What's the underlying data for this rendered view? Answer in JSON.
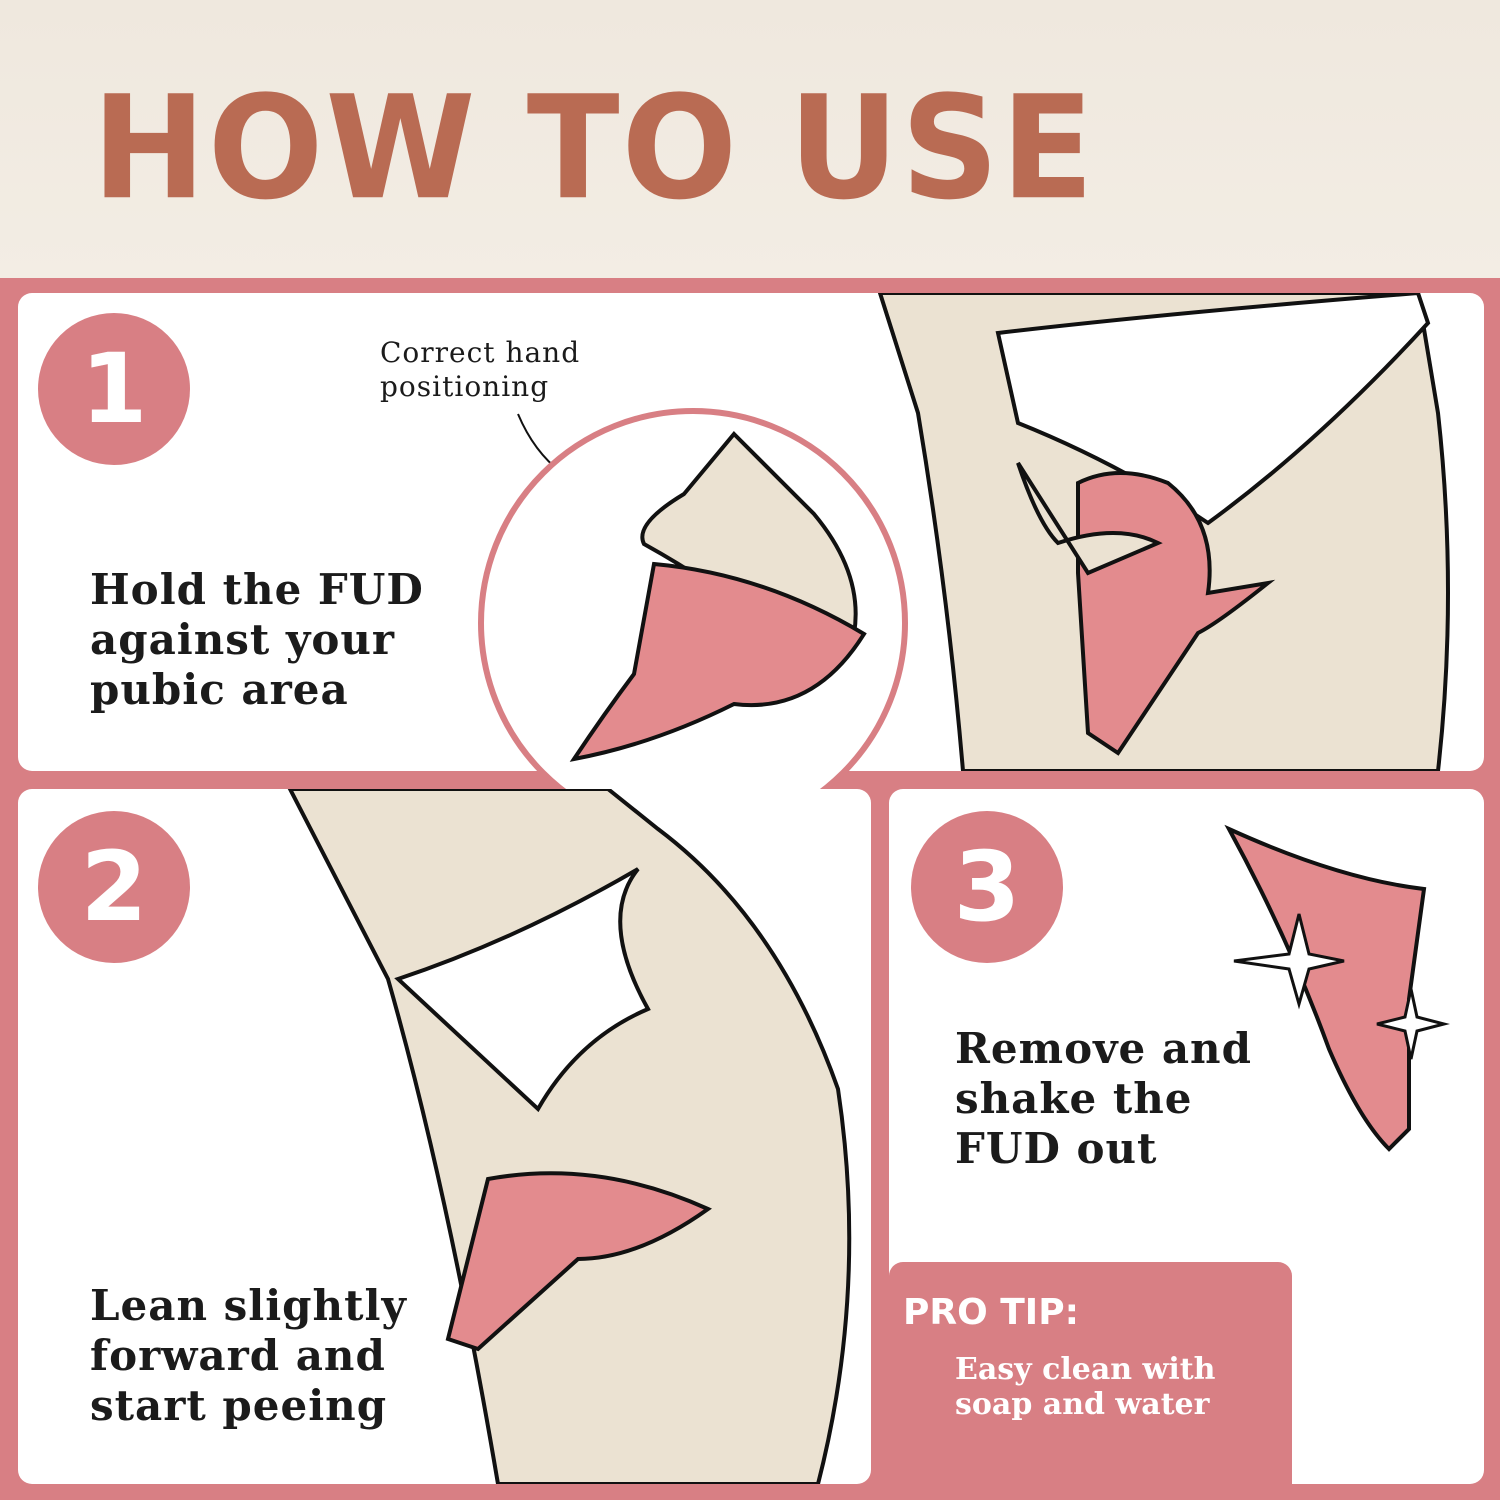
{
  "header": {
    "title": "HOW TO USE"
  },
  "steps": [
    {
      "number": "1",
      "text": "Hold the FUD against your pubic area",
      "callout": "Correct hand positioning"
    },
    {
      "number": "2",
      "text": "Lean slightly forward and start peeing"
    },
    {
      "number": "3",
      "text": "Remove and shake the FUD out"
    }
  ],
  "pro_tip": {
    "heading": "PRO TIP:",
    "text": "Easy clean with soap and water"
  },
  "colors": {
    "title": "#b96b53",
    "accent": "#d87f84",
    "skin": "#ebe2d2",
    "device": "#e38b8e"
  }
}
